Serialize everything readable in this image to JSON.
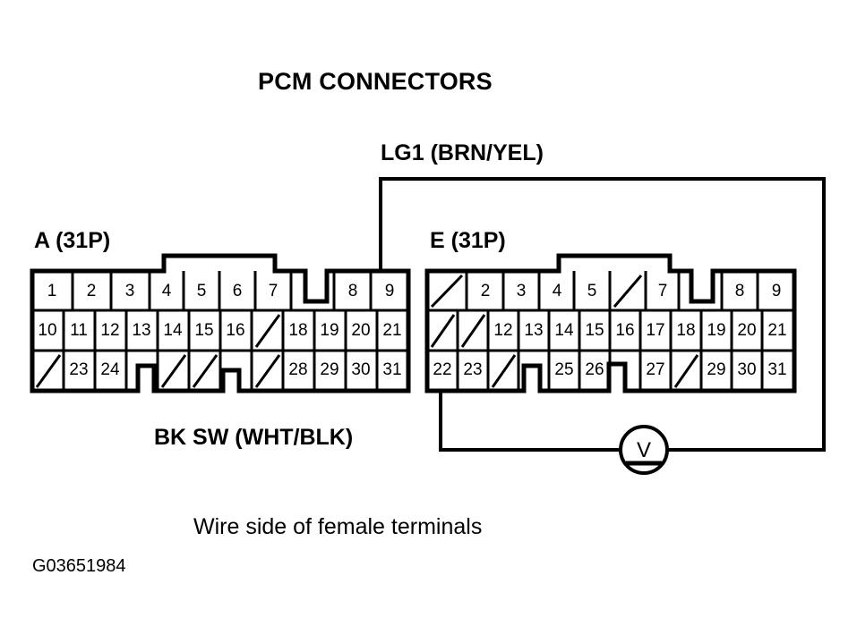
{
  "title": "PCM CONNECTORS",
  "labels": {
    "lg1": "LG1 (BRN/YEL)",
    "bk_sw": "BK SW (WHT/BLK)",
    "caption": "Wire side of female terminals",
    "code": "G03651984"
  },
  "connectors": [
    {
      "id": "A",
      "name": "A (31P)",
      "rows": [
        [
          "1",
          "2",
          "3",
          "4",
          "5",
          "6",
          "7",
          "notch-down",
          "8",
          "9"
        ],
        [
          "10",
          "11",
          "12",
          "13",
          "14",
          "15",
          "16",
          "",
          "18",
          "19",
          "20",
          "21"
        ],
        [
          "",
          "23",
          "24",
          "notch-up",
          "",
          "",
          "notch-up",
          "",
          "28",
          "29",
          "30",
          "31"
        ]
      ]
    },
    {
      "id": "E",
      "name": "E (31P)",
      "rows": [
        [
          "",
          "2",
          "3",
          "4",
          "5",
          "",
          "7",
          "notch-down",
          "8",
          "9"
        ],
        [
          "",
          "",
          "12",
          "13",
          "14",
          "15",
          "16",
          "17",
          "18",
          "19",
          "20",
          "21"
        ],
        [
          "22",
          "23",
          "",
          "notch-up",
          "25",
          "26",
          "notch-up",
          "27",
          "",
          "29",
          "30",
          "31"
        ]
      ]
    }
  ],
  "meter": {
    "symbol": "V",
    "type": "voltmeter"
  },
  "colors": {
    "stroke": "#000000",
    "background": "#ffffff"
  }
}
